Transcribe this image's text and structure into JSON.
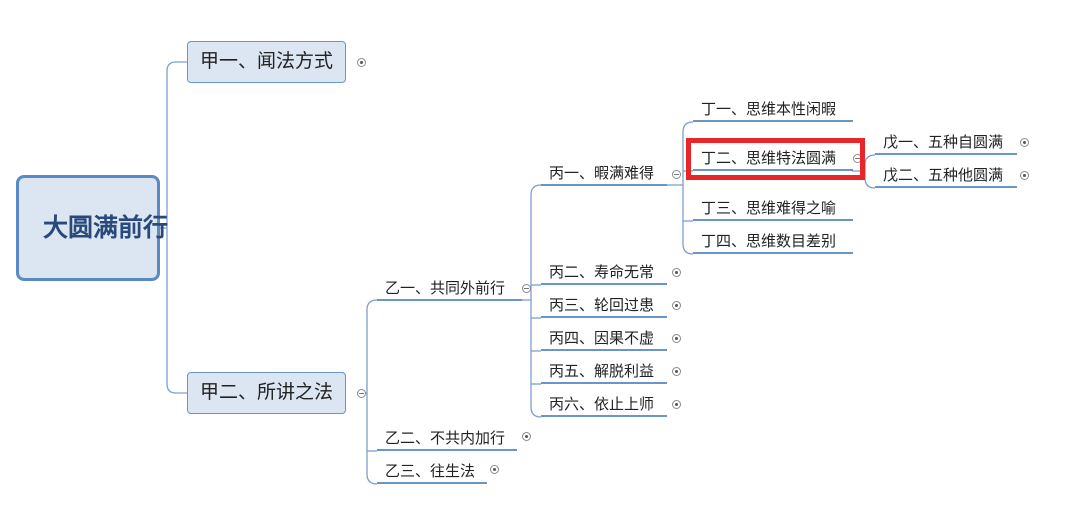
{
  "root": {
    "label": "大圆满前行"
  },
  "level1": [
    {
      "label": "甲一、闻法方式"
    },
    {
      "label": "甲二、所讲之法"
    }
  ],
  "level2": [
    {
      "label": "乙一、共同外前行"
    },
    {
      "label": "乙二、不共内加行"
    },
    {
      "label": "乙三、往生法"
    }
  ],
  "level3": [
    {
      "label": "丙一、暇满难得"
    },
    {
      "label": "丙二、寿命无常"
    },
    {
      "label": "丙三、轮回过患"
    },
    {
      "label": "丙四、因果不虚"
    },
    {
      "label": "丙五、解脱利益"
    },
    {
      "label": "丙六、依止上师"
    }
  ],
  "level4": [
    {
      "label": "丁一、思维本性闲暇"
    },
    {
      "label": "丁二、思维特法圆满",
      "highlighted": true
    },
    {
      "label": "丁三、思维难得之喻"
    },
    {
      "label": "丁四、思维数目差别"
    }
  ],
  "level5": [
    {
      "label": "戊一、五种自圆满"
    },
    {
      "label": "戊二、五种他圆满"
    }
  ],
  "colors": {
    "node_fill": "#dce6f2",
    "node_border": "#6b94c8",
    "connector": "#7aa0cf",
    "highlight": "#e8262a"
  }
}
